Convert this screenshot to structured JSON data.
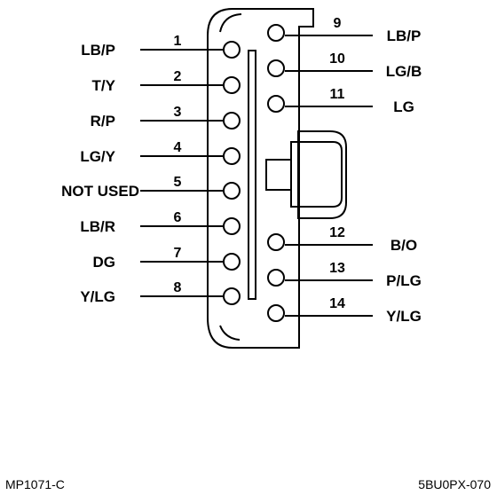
{
  "left_pins": [
    {
      "number": "1",
      "color": "LB/P"
    },
    {
      "number": "2",
      "color": "T/Y"
    },
    {
      "number": "3",
      "color": "R/P"
    },
    {
      "number": "4",
      "color": "LG/Y"
    },
    {
      "number": "5",
      "color": "NOT USED"
    },
    {
      "number": "6",
      "color": "LB/R"
    },
    {
      "number": "7",
      "color": "DG"
    },
    {
      "number": "8",
      "color": "Y/LG"
    }
  ],
  "right_pins": [
    {
      "number": "9",
      "color": "LB/P"
    },
    {
      "number": "10",
      "color": "LG/B"
    },
    {
      "number": "11",
      "color": "LG"
    },
    {
      "number": "12",
      "color": "B/O"
    },
    {
      "number": "13",
      "color": "P/LG"
    },
    {
      "number": "14",
      "color": "Y/LG"
    }
  ],
  "footer": {
    "left_code": "MP1071-C",
    "right_code": "5BU0PX-070"
  }
}
